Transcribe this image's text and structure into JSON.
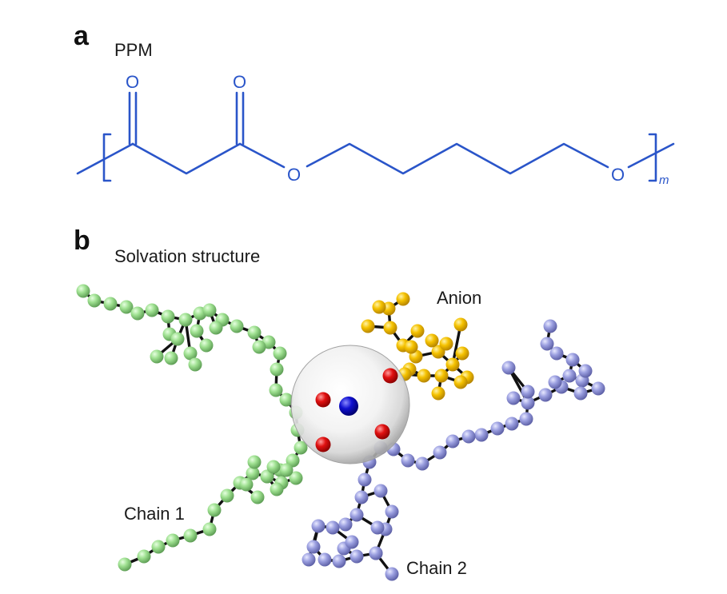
{
  "panel_a": {
    "letter": "a",
    "title": "PPM",
    "atoms": {
      "carbonyl_oxygen": "O",
      "ester_oxygen": "O",
      "repeat_subscript": "m"
    },
    "bond_color": "#2a55c9"
  },
  "panel_b": {
    "letter": "b",
    "title": "Solvation structure",
    "labels": {
      "anion": "Anion",
      "chain1": "Chain 1",
      "chain2": "Chain 2"
    },
    "colors": {
      "chain1_atoms": "#9ee090",
      "chain2_atoms": "#9b9fe0",
      "anion_atoms": "#f5c200",
      "oxygen_atoms": "#e01010",
      "cation": "#1010d0",
      "bonds": "#111111",
      "solvation_sphere": "#dedede"
    }
  }
}
